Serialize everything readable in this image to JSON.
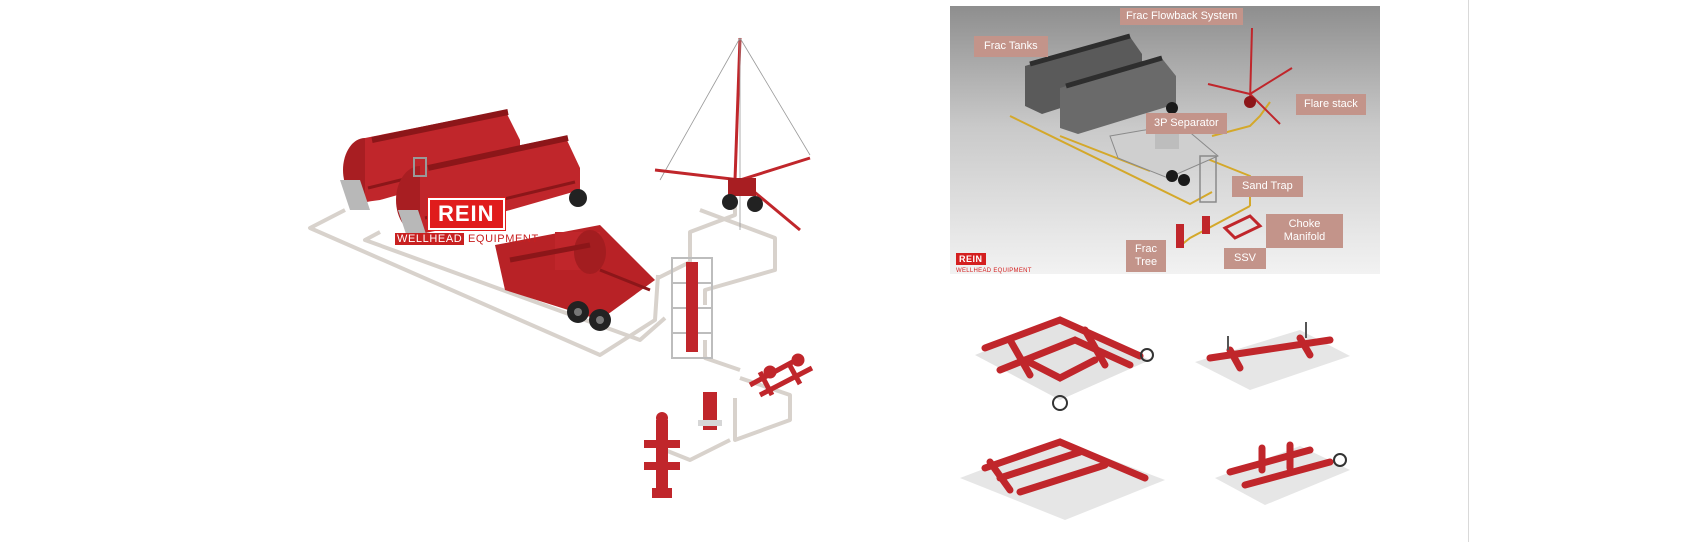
{
  "main_logo": {
    "brand": "REIN",
    "sub_part1": "WELLHEAD",
    "sub_part2": " EQUIPMENT"
  },
  "overview": {
    "title": "Frac Flowback System",
    "labels": {
      "frac_tanks": "Frac Tanks",
      "flare_stack": "Flare stack",
      "separator": "3P Separator",
      "sand_trap": "Sand Trap",
      "choke_manifold": "Choke Manifold",
      "frac_tree": "Frac Tree",
      "ssv": "SSV"
    },
    "logo_brand": "REIN",
    "logo_sub": "WELLHEAD EQUIPMENT"
  },
  "colors": {
    "equipment_red": "#c0262b",
    "pipe_gray": "#d8d2cc",
    "tag_bg": "#c3948a",
    "skid_gray": "#e3e3e3"
  }
}
